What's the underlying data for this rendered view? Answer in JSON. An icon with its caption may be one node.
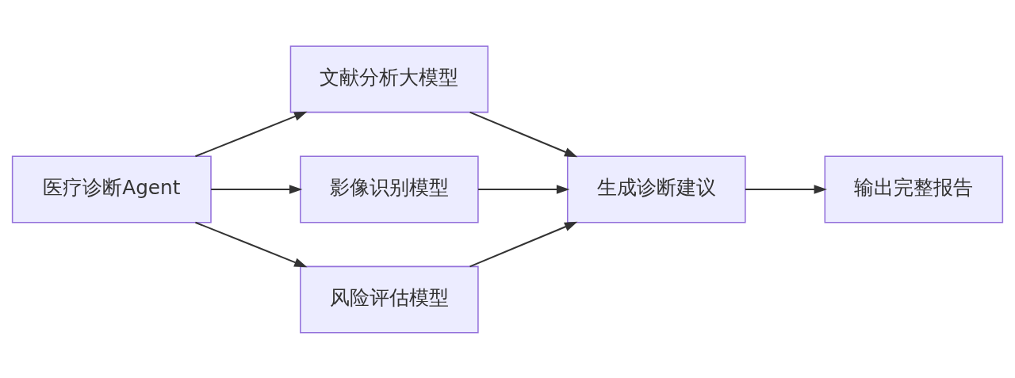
{
  "diagram": {
    "nodes": [
      {
        "text": [
          "医疗诊断Agent"
        ]
      },
      {
        "text": [
          "文献分析大模型"
        ]
      },
      {
        "text": [
          "影像识别模型"
        ]
      },
      {
        "text": [
          "风险评估模型"
        ]
      },
      {
        "text": [
          "生成诊断建议"
        ]
      },
      {
        "text": [
          "输出完整报告"
        ]
      }
    ],
    "edges": [
      {
        "from": 0,
        "to": 1,
        "arrow": "to"
      },
      {
        "from": 0,
        "to": 2,
        "arrow": "to"
      },
      {
        "from": 0,
        "to": 3,
        "arrow": "to"
      },
      {
        "from": 1,
        "to": 4,
        "arrow": "to"
      },
      {
        "from": 2,
        "to": 4,
        "arrow": "to"
      },
      {
        "from": 3,
        "to": 4,
        "arrow": "to"
      },
      {
        "from": 4,
        "to": 5,
        "arrow": "to"
      }
    ]
  }
}
